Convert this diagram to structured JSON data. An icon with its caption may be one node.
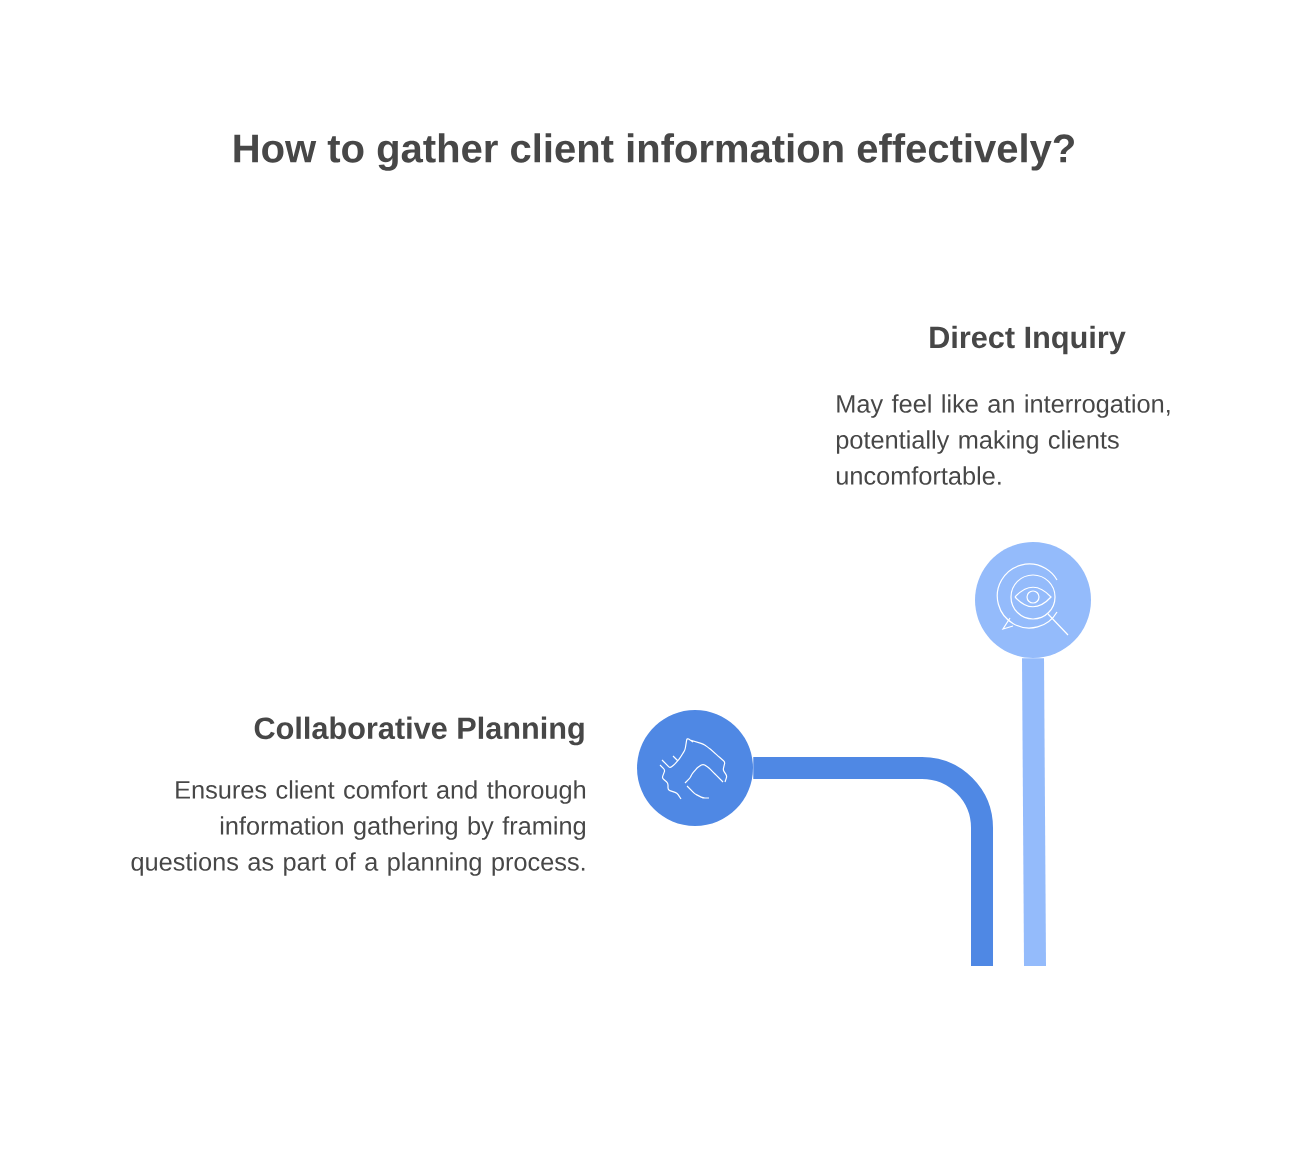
{
  "diagram": {
    "title": "How to gather client information effectively?",
    "nodes": [
      {
        "text": [],
        "shape": "circle",
        "beside": [
          "Direct Inquiry",
          "May feel like an interrogation, potentially making clients uncomfortable."
        ]
      },
      {
        "text": [],
        "shape": "circle",
        "beside": [
          "Collaborative Planning",
          "Ensures client comfort and thorough information gathering by framing questions as part of a planning process."
        ]
      }
    ],
    "edges": [
      {
        "from": null,
        "to": 1,
        "arrow": "none",
        "color": "#4f88e4"
      },
      {
        "from": null,
        "to": 0,
        "arrow": "none",
        "color": "#94bbfb"
      }
    ]
  }
}
